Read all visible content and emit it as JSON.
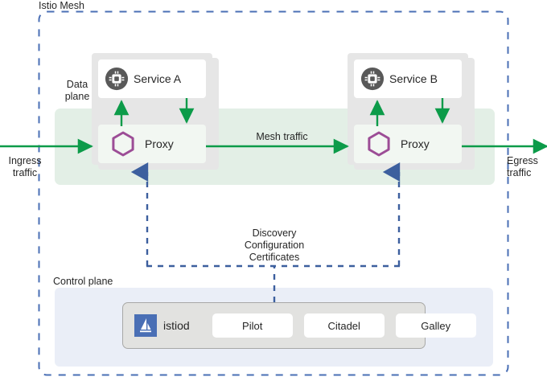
{
  "diagram": {
    "title": "Istio Mesh",
    "mesh_label": "Istio Mesh",
    "data_plane_label": "Data\nplane",
    "control_plane_label": "Control plane",
    "ingress_label": "Ingress\ntraffic",
    "egress_label": "Egress\ntraffic",
    "mesh_traffic_label": "Mesh traffic",
    "discovery_label": "Discovery\nConfiguration\nCertificates"
  },
  "pods": [
    {
      "id": "pod-a",
      "service_label": "Service A",
      "proxy_label": "Proxy",
      "service_icon": "cpu-icon",
      "proxy_icon": "hexagon-icon"
    },
    {
      "id": "pod-b",
      "service_label": "Service B",
      "proxy_label": "Proxy",
      "service_icon": "cpu-icon",
      "proxy_icon": "hexagon-icon"
    }
  ],
  "control_plane": {
    "istiod_label": "istiod",
    "istiod_icon": "istio-sail-logo",
    "components": [
      {
        "label": "Pilot"
      },
      {
        "label": "Citadel"
      },
      {
        "label": "Galley"
      }
    ]
  },
  "colors": {
    "mesh_border": "#4a6fb5",
    "traffic_arrow": "#0c9b49",
    "control_arrow": "#3c5f9e",
    "data_plane_band": "#e3efe6",
    "control_plane_panel": "#eaeef7",
    "pod_background": "#e6e6e6",
    "proxy_hexagon": "#9c4d96",
    "service_icon_circle": "#595959",
    "istiod_logo": "#4a6fb5",
    "text": "#262626"
  }
}
